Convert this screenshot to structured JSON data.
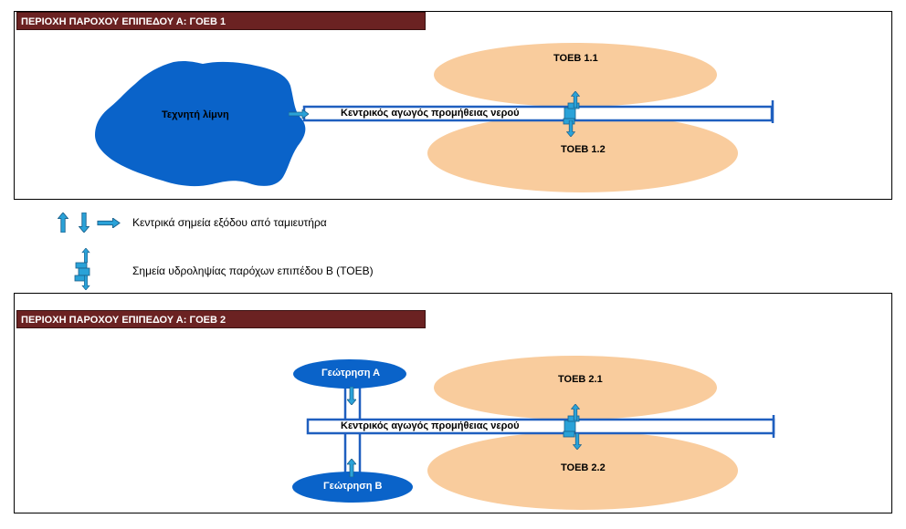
{
  "panel1": {
    "title": "ΠΕΡΙΟΧΗ ΠΑΡΟΧΟΥ ΕΠΙΠΕΔΟΥ Α:  ΓΟΕΒ 1",
    "lake_label": "Τεχνητή λίμνη",
    "pipe_label": "Κεντρικός αγωγός προμήθειας νερού",
    "zone_top": "ΤΟΕΒ 1.1",
    "zone_bottom": "ΤΟΕΒ 1.2"
  },
  "legend": {
    "reservoir_outlets": "Κεντρικά σημεία εξόδου από ταμιευτήρα",
    "toeb_points": "Σημεία υδροληψίας παρόχων επιπέδου Β (ΤΟΕΒ)"
  },
  "panel2": {
    "title": "ΠΕΡΙΟΧΗ ΠΑΡΟΧΟΥ ΕΠΙΠΕΔΟΥ Α:  ΓΟΕΒ 2",
    "well_a": "Γεώτρηση Α",
    "well_b": "Γεώτρηση Β",
    "pipe_label": "Κεντρικός αγωγός προμήθειας νερού",
    "zone_top": "ΤΟΕΒ 2.1",
    "zone_bottom": "ΤΟΕΒ 2.2"
  },
  "colors": {
    "title_bg": "#6b2222",
    "lake": "#0a63c9",
    "zone": "#f9cc9d",
    "arrow": "#2aa2d8",
    "pipe_outline": "#1f5fbf"
  }
}
